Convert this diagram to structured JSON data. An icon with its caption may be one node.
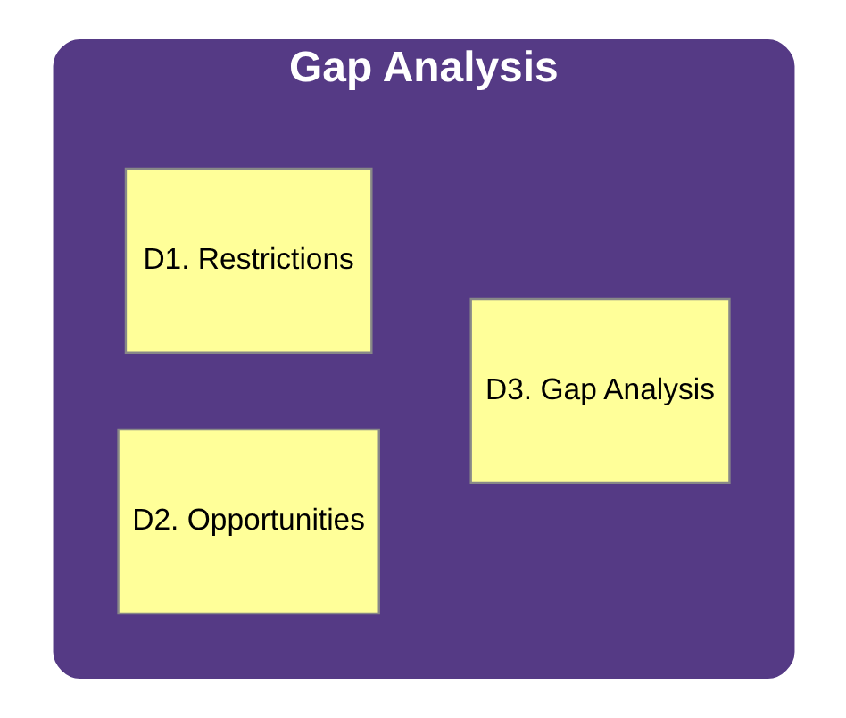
{
  "diagram": {
    "nodes": [
      {
        "text": [
          "Gap Analysis"
        ]
      },
      {
        "text": [
          "D1. Restrictions"
        ],
        "in": 0
      },
      {
        "text": [
          "D2. Opportunities"
        ],
        "in": 0
      },
      {
        "text": [
          "D3. Gap Analysis"
        ],
        "in": 0
      }
    ]
  }
}
